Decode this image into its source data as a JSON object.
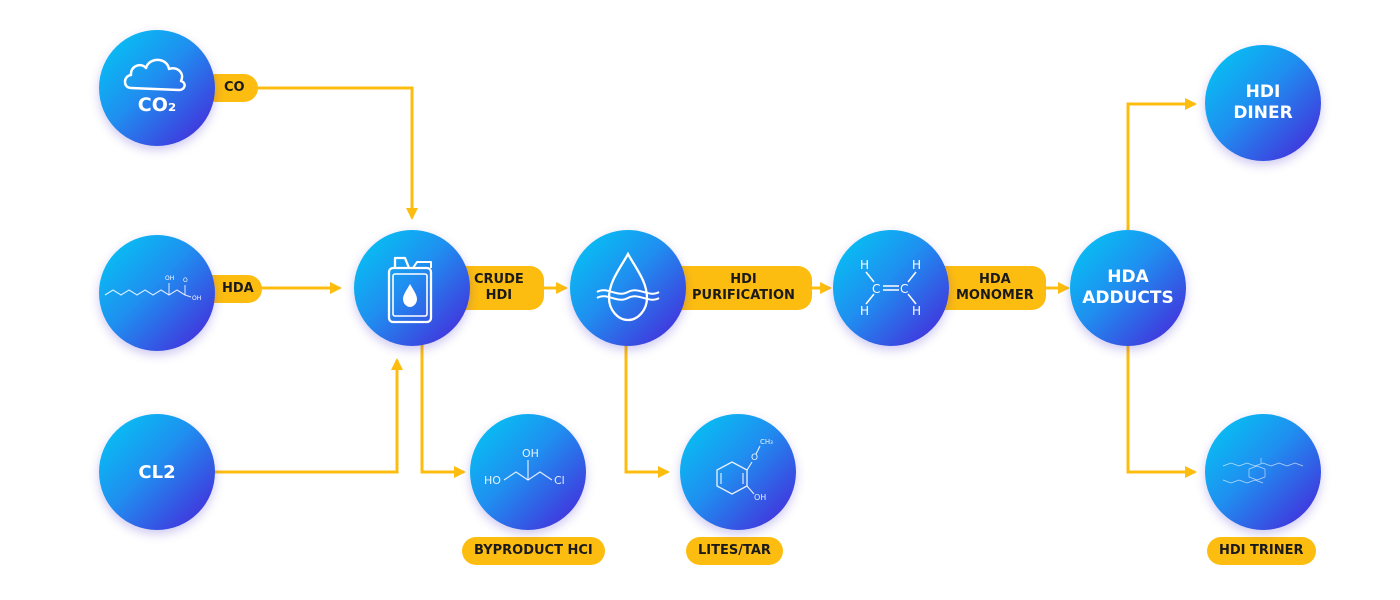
{
  "colors": {
    "arrow": "#fdbd10",
    "label_bg": "#fdbd10",
    "node_start": "#00ccf4",
    "node_end": "#4a1fd8"
  },
  "nodes": {
    "co2": {
      "icon": "cloud-co2-icon",
      "text": "CO₂"
    },
    "hda_in": {
      "icon": "fatty-acid-structure-icon",
      "oh": "OH",
      "o": "O",
      "oh2": "OH"
    },
    "cl2": {
      "text": "CL2"
    },
    "crude": {
      "icon": "jerrycan-drop-icon"
    },
    "purification": {
      "icon": "water-drop-icon"
    },
    "monomer": {
      "icon": "ethylene-structure-icon",
      "h1": "H",
      "h2": "H",
      "h3": "H",
      "h4": "H",
      "c1": "C",
      "c2": "C"
    },
    "adducts": {
      "text": "HDA\nADDUCTS"
    },
    "diner": {
      "text": "HDI\nDINER"
    },
    "hcl": {
      "icon": "chlorohydrin-structure-icon",
      "oh": "OH",
      "ho": "HO",
      "cl": "Cl"
    },
    "tar": {
      "icon": "guaiacol-structure-icon",
      "ch3": "CH₃",
      "o": "O",
      "oh": "OH"
    },
    "triner": {
      "icon": "trimer-structure-icon"
    }
  },
  "labels": {
    "co": "CO",
    "hda": "HDA",
    "crude_hdi": "CRUDE\nHDI",
    "hdi_purification": "HDI\nPURIFICATION",
    "hda_monomer": "HDA\nMONOMER",
    "byproduct_hci": "BYPRODUCT HCI",
    "lites_tar": "LITES/TAR",
    "hdi_triner": "HDI TRINER"
  }
}
